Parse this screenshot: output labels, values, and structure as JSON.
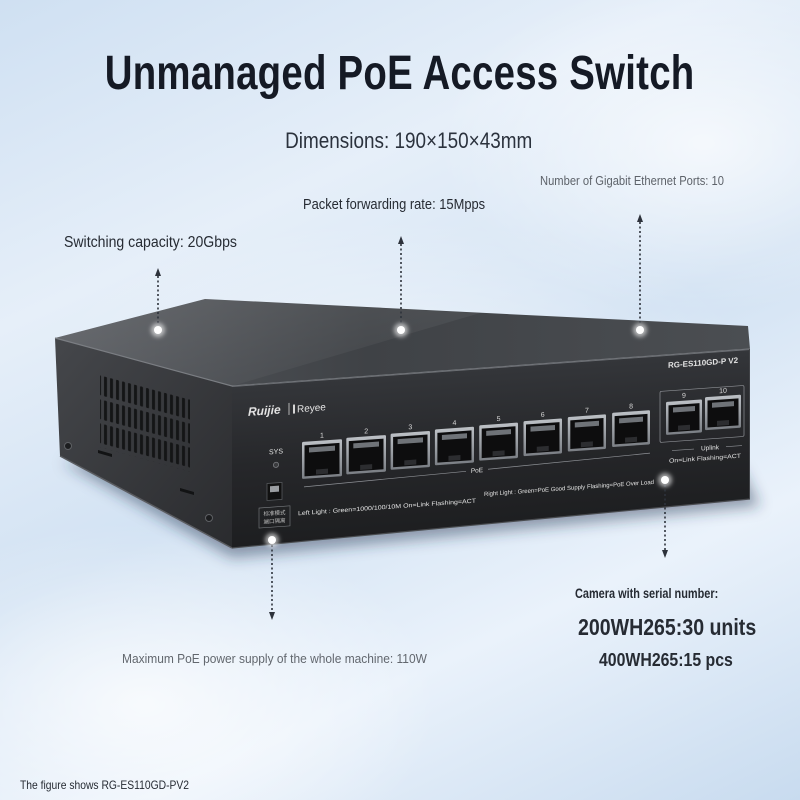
{
  "title": "Unmanaged PoE Access Switch",
  "dimensions": "Dimensions: 190×150×43mm",
  "specs": {
    "packet_forwarding": "Packet forwarding rate: 15Mpps",
    "gigabit_ports": "Number of Gigabit Ethernet Ports: 10",
    "switching_capacity": "Switching capacity: 20Gbps",
    "max_poe": "Maximum PoE power supply of the whole machine: 110W"
  },
  "camera": {
    "heading": "Camera with serial number:",
    "line1": "200WH265:30 units",
    "line2": "400WH265:15 pcs"
  },
  "footnote": "The figure shows RG-ES110GD-PV2",
  "device": {
    "brand": "Ruijie",
    "sub_brand": "Reyee",
    "model": "RG-ES110GD-P V2",
    "sys_label": "SYS",
    "mode_switch_labels": [
      "标准模式",
      "端口隔离"
    ],
    "poe_ports": [
      "1",
      "2",
      "3",
      "4",
      "5",
      "6",
      "7",
      "8"
    ],
    "uplink_ports": [
      "9",
      "10"
    ],
    "poe_label": "PoE",
    "uplink_label": "Uplink",
    "left_light": "Left Light : Green=1000/100/10M On=Link Flashing=ACT",
    "right_light": "Right Light : Green=PoE Good Supply Flashing=PoE Over Load",
    "uplink_light": "On=Link Flashing=ACT"
  },
  "colors": {
    "title": "#151a25",
    "text": "#262b33",
    "muted_text": "#5e636a",
    "device_body": "#26272a",
    "callout_dot": "#ffffff"
  }
}
